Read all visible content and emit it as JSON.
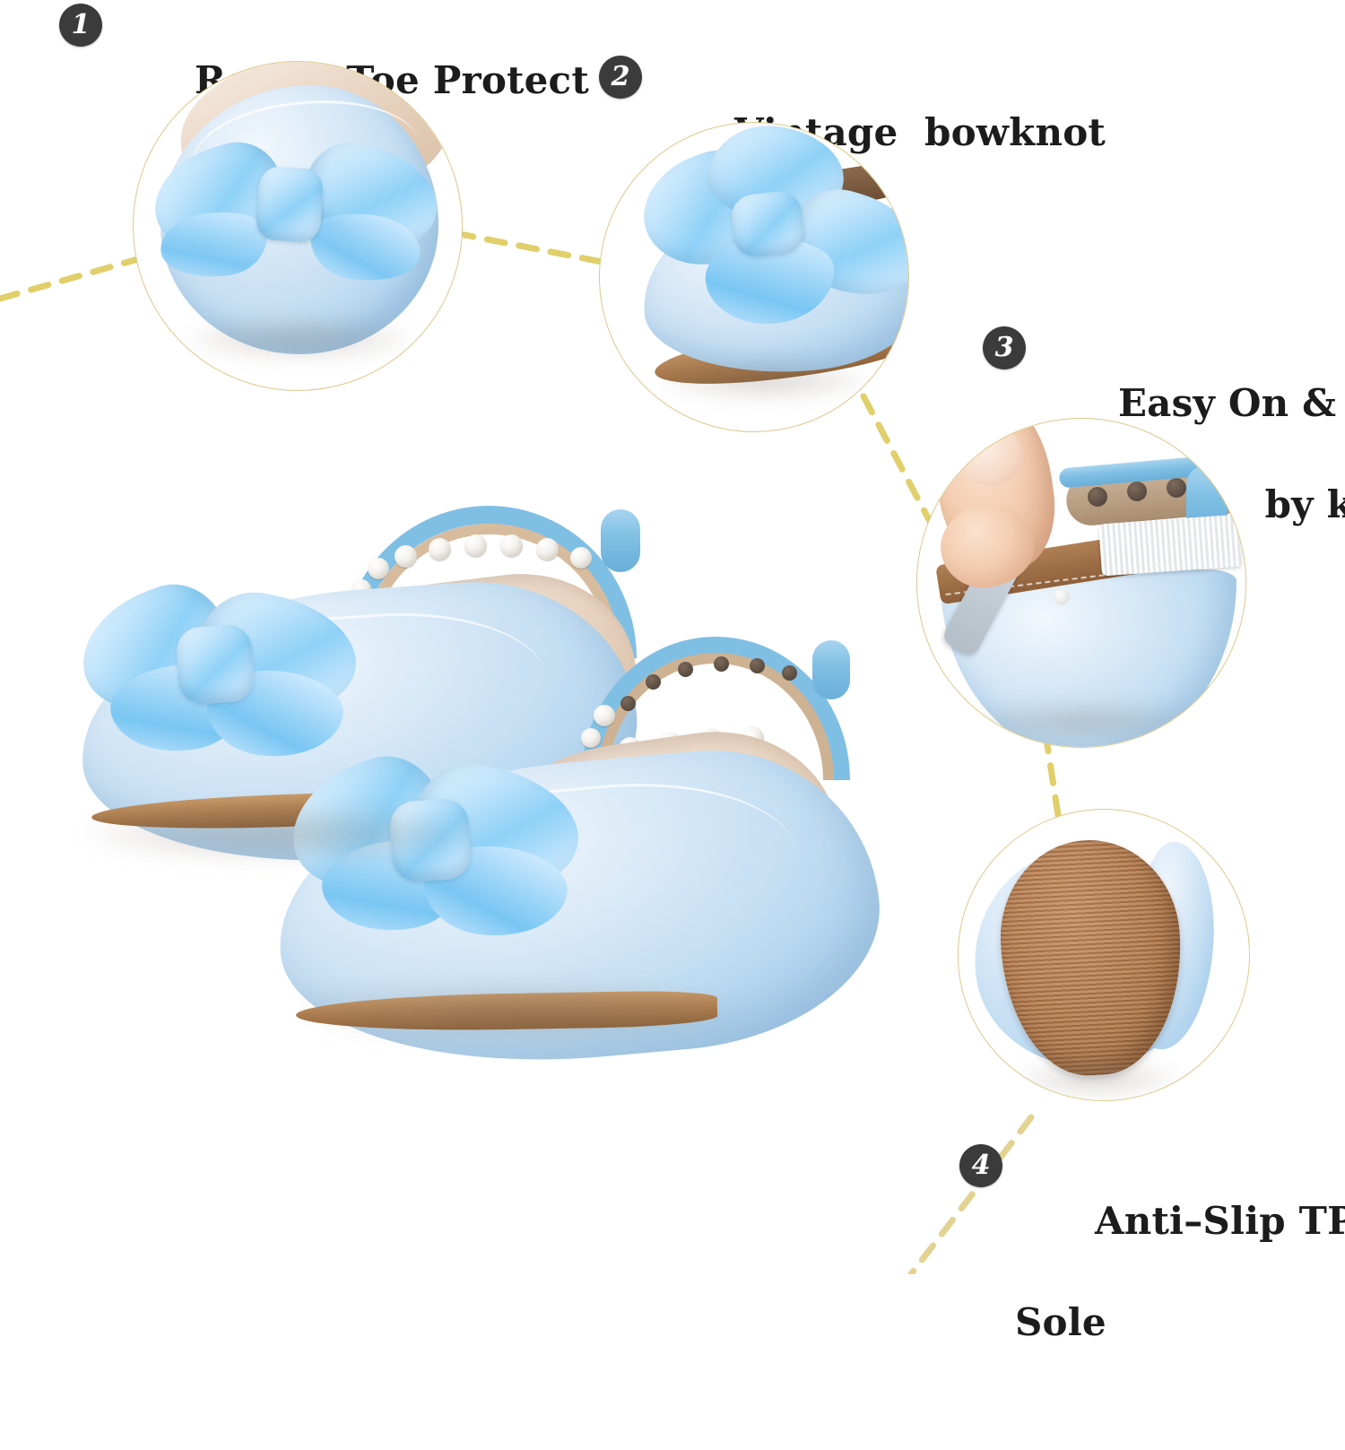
{
  "page": {
    "background_color": "#ffffff",
    "type": "product-feature-infographic",
    "product": "girls blue satin bow ballet flats with pearl ankle strap"
  },
  "theme": {
    "badge_color": "#3b3b3b",
    "badge_text_color": "#ffffff",
    "caption_color": "#1c1c1c",
    "circle_border_color": "#dcc98c",
    "connector_color": "#e0cf6a",
    "shoe_blue": "#bcdcf2",
    "ribbon_blue": "#8fd1f7",
    "sole_brown": "#b97f50",
    "insole_beige": "#e9d5c2",
    "pearl_white": "#f4f2ee"
  },
  "features": [
    {
      "number": "1",
      "title": "Round Toe Protect",
      "line1": "Round Toe Protect",
      "line2": "",
      "detail_shot": "round-toe-closeup"
    },
    {
      "number": "2",
      "title": "Vintage  bowknot",
      "line1": "Vintage  bowknot",
      "line2": "",
      "detail_shot": "bowknot-closeup"
    },
    {
      "number": "3",
      "title": "Easy On & Off by kids",
      "line1": "Easy On & Off",
      "line2": "by kids",
      "detail_shot": "ankle-strap-closeup"
    },
    {
      "number": "4",
      "title": "Anti-Slip TPR Sole",
      "line1": "Anti–Slip TPR",
      "line2": "Sole",
      "detail_shot": "tpr-sole-closeup"
    }
  ],
  "main_shot": {
    "name": "pair-of-shoes-main-photo",
    "description": "pair of light blue satin ballet flats with satin bows and pearl studded ankle straps"
  }
}
